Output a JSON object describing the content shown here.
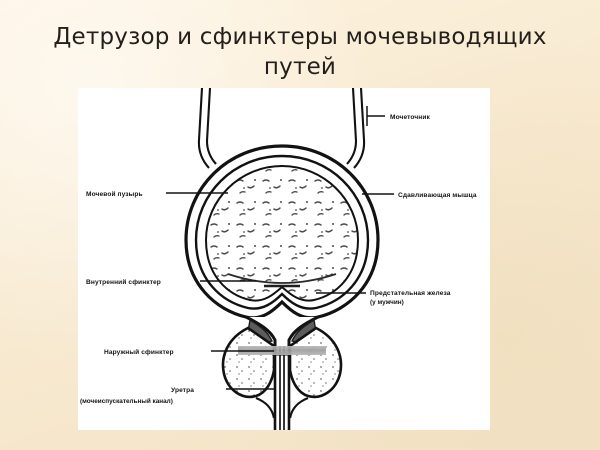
{
  "slide": {
    "title": "Детрузор и сфинктеры мочевыводящих\nпутей",
    "background_color": "#faeed5",
    "panel_background": "#ffffff"
  },
  "diagram": {
    "name": "urinary-tract-detrusor-sphincters",
    "line_color": "#121212",
    "shading_color": "#9a9a9a",
    "labels": {
      "ureter": "Мочеточник",
      "bladder": "Мочевой пузырь",
      "detrusor": "Сдавливающая мышца",
      "internal_sphincter": "Внутренний сфинктер",
      "prostate": "Предстательная железа",
      "prostate_note": "(у мужчин)",
      "external_sphincter": "Наружный сфинктер",
      "urethra": "Уретра",
      "urethra_note": "(мочеиспускательный канал)"
    }
  }
}
